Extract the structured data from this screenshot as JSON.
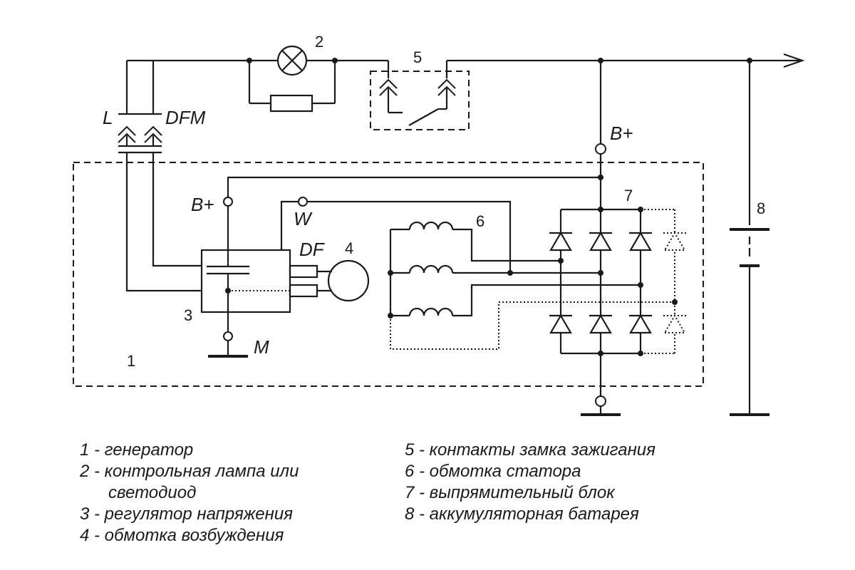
{
  "labels": {
    "L": "L",
    "DFM": "DFM",
    "B_plus_top": "B+",
    "B_plus_reg": "B+",
    "W": "W",
    "DF": "DF",
    "M": "M"
  },
  "numbers": {
    "n1": "1",
    "n2": "2",
    "n3": "3",
    "n4": "4",
    "n5": "5",
    "n6": "6",
    "n7": "7",
    "n8": "8"
  },
  "legend": {
    "left": [
      "1 - генератор",
      "2 - контрольная лампа или",
      "светодиод",
      "3 - регулятор напряжения",
      "4 - обмотка возбуждения"
    ],
    "right": [
      "5 - контакты замка зажигания",
      "6 - обмотка статора",
      "7 - выпрямительный блок",
      "8 - аккумуляторная батарея"
    ]
  }
}
